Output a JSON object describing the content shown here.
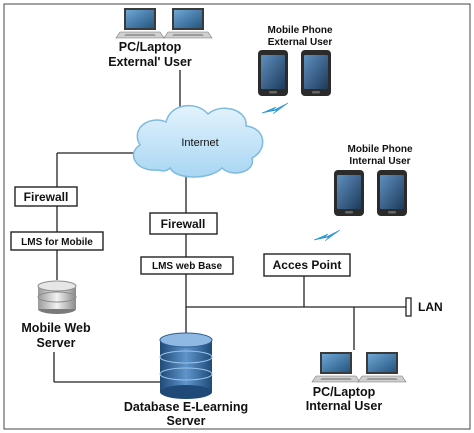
{
  "labels": {
    "pc_external_1": "PC/Laptop",
    "pc_external_2": "External' User",
    "mobile_external_1": "Mobile Phone",
    "mobile_external_2": "External User",
    "internet": "Internet",
    "mobile_internal_1": "Mobile Phone",
    "mobile_internal_2": "Internal User",
    "firewall_left": "Firewall",
    "firewall_center": "Firewall",
    "lms_mobile": "LMS for Mobile",
    "lms_web": "LMS web Base",
    "access_point": "Acces Point",
    "lan": "LAN",
    "mobile_server_1": "Mobile Web",
    "mobile_server_2": "Server",
    "db_server_1": "Database E-Learning",
    "db_server_2": "Server",
    "pc_internal_1": "PC/Laptop",
    "pc_internal_2": "Internal User"
  },
  "colors": {
    "cloud": "#bfe3f8",
    "cloud_edge": "#7fb9dd",
    "lightning": "#2aa6e6",
    "phone_body": "#2b2b2b",
    "phone_screen": "#3c6e9c",
    "laptop_screen": "#2f6fa8",
    "db_blue": "#2d5f93"
  },
  "icons": {
    "laptop": "laptop-icon",
    "phone": "mobile-phone-icon",
    "cloud": "cloud-icon",
    "server": "server-icon",
    "database": "database-icon",
    "lightning": "wireless-signal-icon"
  }
}
